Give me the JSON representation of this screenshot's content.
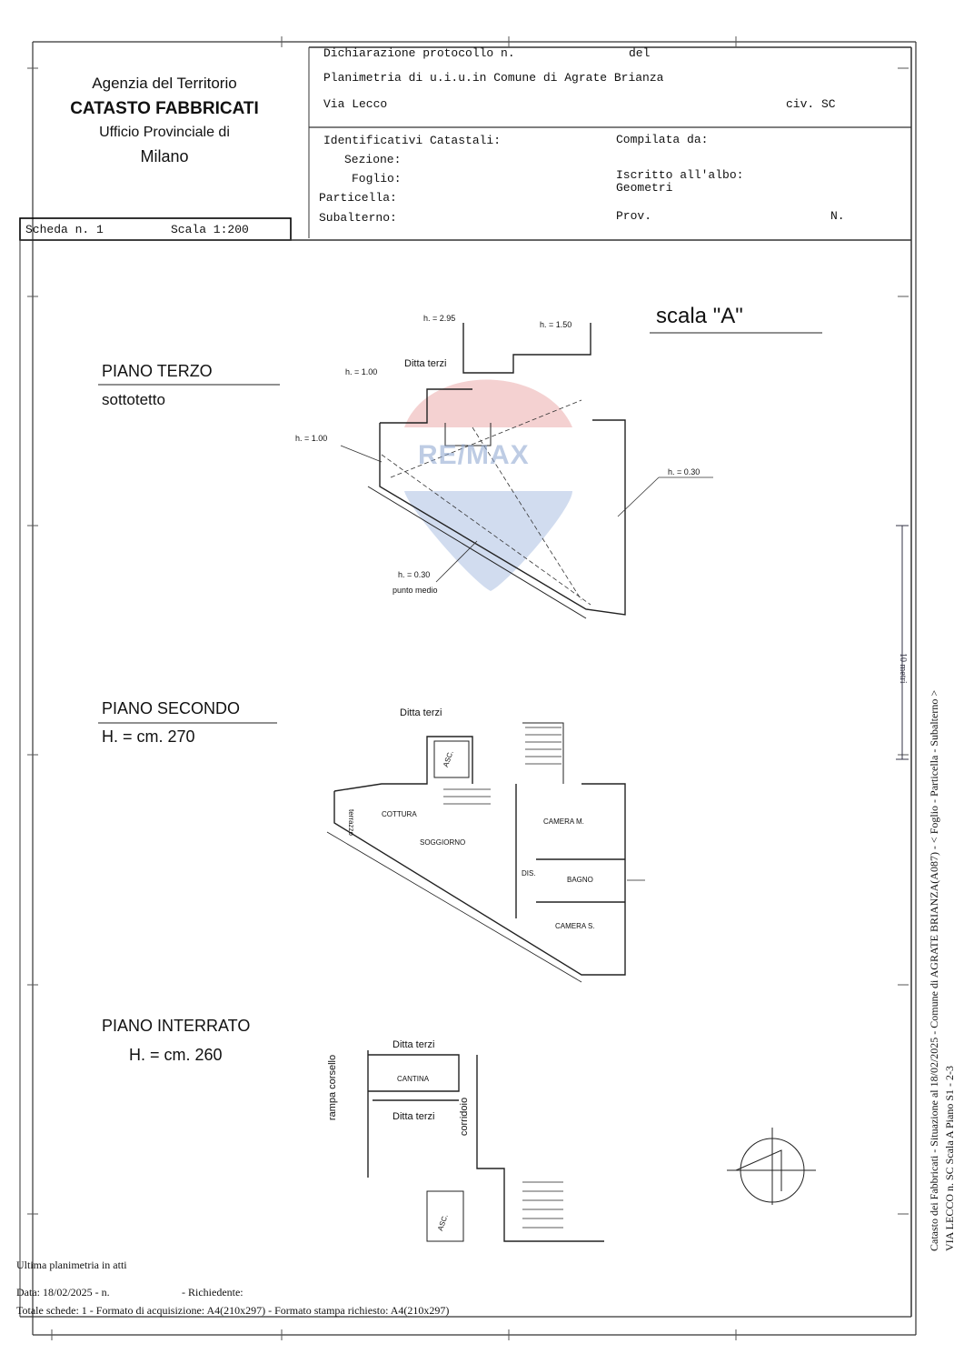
{
  "agency": {
    "line1": "Agenzia del Territorio",
    "line2": "CATASTO FABBRICATI",
    "line3": "Ufficio Provinciale di",
    "line4": "Milano"
  },
  "header": {
    "dichiarazione": "Dichiarazione protocollo n.",
    "del": "del",
    "planimetria": "Planimetria di u.i.u.in Comune di Agrate Brianza",
    "via": "Via Lecco",
    "civ": "civ. SC",
    "identificativi": "Identificativi Catastali:",
    "sezione": "Sezione:",
    "foglio": "Foglio:",
    "particella": "Particella:",
    "subalterno": "Subalterno:",
    "compilata": "Compilata da:",
    "iscritto": "Iscritto all'albo:",
    "geometri": "Geometri",
    "prov": "Prov.",
    "n": "N."
  },
  "scheda": {
    "label": "Scheda n. 1",
    "scala": "Scala 1:200"
  },
  "scala_a": "scala \"A\"",
  "floors": {
    "terzo": {
      "title": "PIANO TERZO",
      "subtitle": "sottotetto",
      "h1": "h. = 2.95",
      "h2": "h. = 1.50",
      "h3": "h. = 1.00",
      "h4": "h. = 1.00",
      "h5": "h. = 0.30",
      "h6": "h. = 0.30",
      "punto": "punto medio",
      "ditta": "Ditta terzi"
    },
    "secondo": {
      "title": "PIANO SECONDO",
      "subtitle": "H. = cm. 270",
      "ditta": "Ditta terzi",
      "rooms": {
        "cottura": "COTTURA",
        "soggiorno": "SOGGIORNO",
        "camera_m": "CAMERA M.",
        "bagno": "BAGNO",
        "dis": "DIS.",
        "camera_s": "CAMERA S.",
        "asc": "ASC.",
        "terrazzo": "terrazzo"
      }
    },
    "interrato": {
      "title": "PIANO INTERRATO",
      "subtitle": "H. = cm. 260",
      "ditta1": "Ditta terzi",
      "ditta2": "Ditta terzi",
      "cantina": "CANTINA",
      "rampa": "rampa corsello",
      "corridoio": "corridoio",
      "asc": "ASC."
    }
  },
  "footer": {
    "ultima": "Ultima planimetria in atti",
    "data": "Data: 18/02/2025 - n.",
    "richiedente": "- Richiedente:",
    "totale": "Totale schede: 1 - Formato di acquisizione: A4(210x297)  - Formato stampa richiesto: A4(210x297)"
  },
  "side": {
    "line1": "Catasto dei Fabbricati - Situazione al 18/02/2025 - Comune di AGRATE BRIANZA(A087) - < Foglio   - Particella   - Subalterno   >",
    "line2": "VIA LECCO n. SC  Scala A Piano S1 - 2-3",
    "scale_label": "10 metri"
  },
  "watermark": "RE/MAX"
}
